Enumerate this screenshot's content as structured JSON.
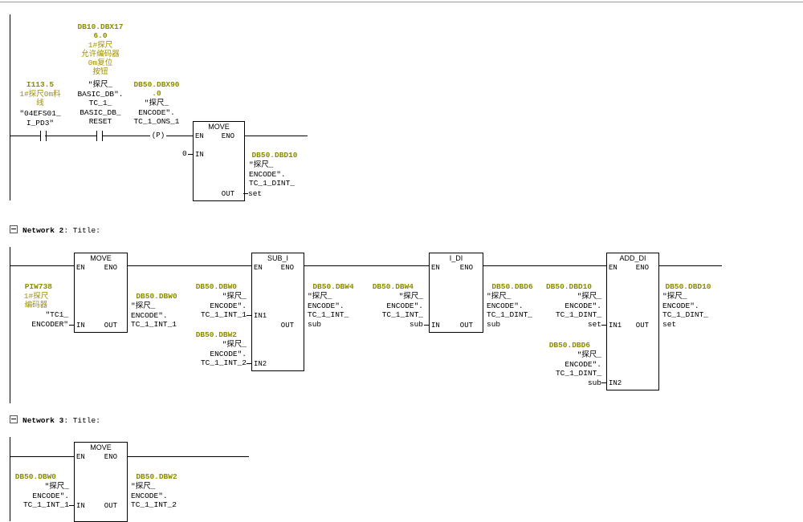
{
  "network1": {
    "contact1": {
      "address": "I113.5",
      "symbol": "1#探尺0m料\n线",
      "comment": "\"04EFS01_\nI_PD3\""
    },
    "contact2": {
      "address": "DB10.DBX17\n6.0",
      "symbol": "1#探尺\n允许编码器\n0m复位\n按钮",
      "comment": "\"探尺_\nBASIC_DB\".\nTC_1_\nBASIC_DB_\nRESET"
    },
    "edge": {
      "address": "DB50.DBX90\n.0",
      "comment": "\"探尺_\nENCODE\".\nTC_1_ONS_1",
      "coil": "P"
    },
    "move": {
      "title": "MOVE",
      "en": "EN",
      "eno": "ENO",
      "in": "IN",
      "out": "OUT",
      "in_value": "0",
      "out_address": "DB50.DBD10",
      "out_comment": "\"探尺_\nENCODE\".\nTC_1_DINT_",
      "out_tail": "set"
    }
  },
  "network2": {
    "header": {
      "label": "Network 2",
      "rest": ": Title:"
    },
    "move": {
      "title": "MOVE",
      "en": "EN",
      "eno": "ENO",
      "in": "IN",
      "out": "OUT",
      "in_address": "PIW738",
      "in_symbol": "1#探尺\n编码器",
      "in_comment": "\"TC1_\nENCODER\"",
      "out_address": "DB50.DBW0",
      "out_comment": "\"探尺_\nENCODE\".\nTC_1_INT_1"
    },
    "sub": {
      "title": "SUB_I",
      "en": "EN",
      "eno": "ENO",
      "in1": "IN1",
      "in2": "IN2",
      "out": "OUT",
      "in1_address": "DB50.DBW0",
      "in1_comment": "\"探尺_\nENCODE\".\nTC_1_INT_1",
      "in2_address": "DB50.DBW2",
      "in2_comment": "\"探尺_\nENCODE\".\nTC_1_INT_2",
      "out_address": "DB50.DBW4",
      "out_comment": "\"探尺_\nENCODE\".\nTC_1_INT_\nsub"
    },
    "idi": {
      "title": "I_DI",
      "en": "EN",
      "eno": "ENO",
      "in": "IN",
      "out": "OUT",
      "in_address": "DB50.DBW4",
      "in_comment": "\"探尺_\nENCODE\".\nTC_1_INT_\nsub",
      "out_address": "DB50.DBD6",
      "out_comment": "\"探尺_\nENCODE\".\nTC_1_DINT_\nsub"
    },
    "add": {
      "title": "ADD_DI",
      "en": "EN",
      "eno": "ENO",
      "in1": "IN1",
      "in2": "IN2",
      "out": "OUT",
      "in1_address": "DB50.DBD10",
      "in1_comment": "\"探尺_\nENCODE\".\nTC_1_DINT_\nset",
      "in2_address": "DB50.DBD6",
      "in2_comment": "\"探尺_\nENCODE\".\nTC_1_DINT_\nsub",
      "out_address": "DB50.DBD10",
      "out_comment": "\"探尺_\nENCODE\".\nTC_1_DINT_\nset"
    }
  },
  "network3": {
    "header": {
      "label": "Network 3",
      "rest": ": Title:"
    },
    "move": {
      "title": "MOVE",
      "en": "EN",
      "eno": "ENO",
      "in": "IN",
      "out": "OUT",
      "in_address": "DB50.DBW0",
      "in_comment": "\"探尺_\nENCODE\".\nTC_1_INT_1",
      "out_address": "DB50.DBW2",
      "out_comment": "\"探尺_\nENCODE\".\nTC_1_INT_2"
    }
  }
}
